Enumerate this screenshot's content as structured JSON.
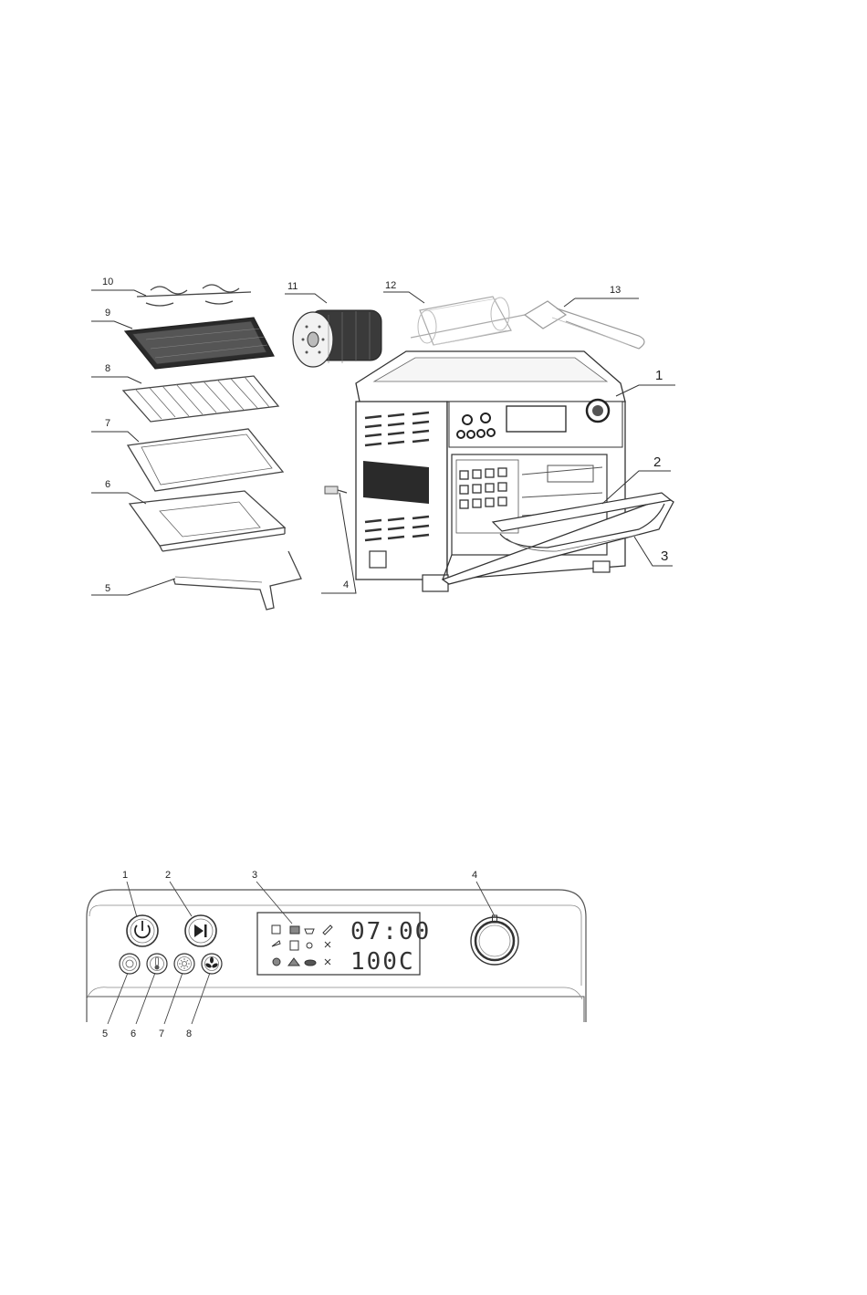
{
  "exploded_view": {
    "callouts": [
      {
        "id": "1"
      },
      {
        "id": "2"
      },
      {
        "id": "3"
      },
      {
        "id": "4"
      },
      {
        "id": "5"
      },
      {
        "id": "6"
      },
      {
        "id": "7"
      },
      {
        "id": "8"
      },
      {
        "id": "9"
      },
      {
        "id": "10"
      },
      {
        "id": "11"
      },
      {
        "id": "12"
      },
      {
        "id": "13"
      }
    ]
  },
  "control_panel": {
    "callouts": [
      {
        "id": "1"
      },
      {
        "id": "2"
      },
      {
        "id": "3"
      },
      {
        "id": "4"
      },
      {
        "id": "5"
      },
      {
        "id": "6"
      },
      {
        "id": "7"
      },
      {
        "id": "8"
      }
    ],
    "display": {
      "time": "07:00",
      "temperature": "100C"
    }
  },
  "icons": {
    "power": "power-icon",
    "start_pause": "play-pause-icon",
    "timer": "timer-icon",
    "temperature": "thermometer-icon",
    "light": "light-icon",
    "fan": "fan-icon",
    "knob": "dial-knob-icon"
  }
}
